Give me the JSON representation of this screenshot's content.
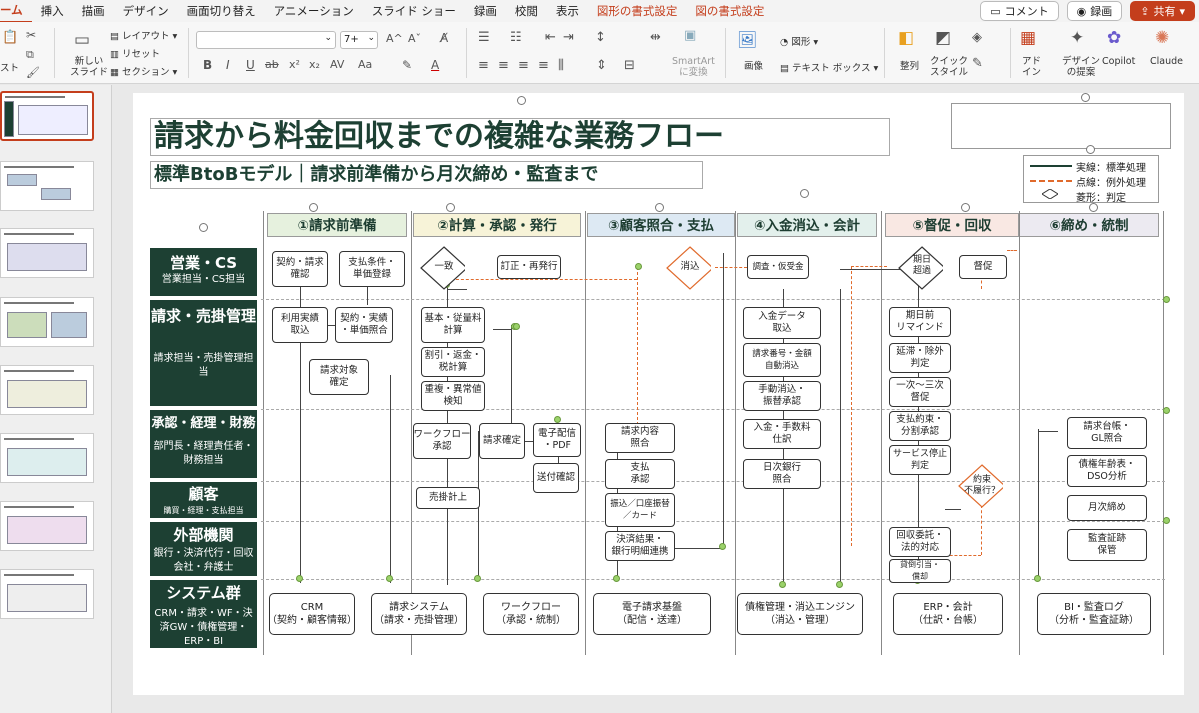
{
  "menu": {
    "items": [
      "ーム",
      "挿入",
      "描画",
      "デザイン",
      "画面切り替え",
      "アニメーション",
      "スライド ショー",
      "録画",
      "校閲",
      "表示"
    ],
    "context_tabs": [
      "図形の書式設定",
      "図の書式設定"
    ]
  },
  "topright": {
    "comment": "コメント",
    "record": "録画",
    "share": "共有"
  },
  "ribbon": {
    "paste": "スト",
    "new_slide": "新しい\nスライド",
    "layout": "レイアウト",
    "reset": "リセット",
    "section": "セクション",
    "font_size": "7+",
    "smartart": "SmartArt\nに変換",
    "image": "画像",
    "shapes": "図形",
    "textbox": "テキスト ボックス",
    "arrange": "整列",
    "quick_styles": "クイック\nスタイル",
    "addin": "アド\nイン",
    "designer": "デザイン\nの提案",
    "copilot": "Copilot",
    "claude": "Claude"
  },
  "slide": {
    "title": "請求から料金回収までの複雑な業務フロー",
    "subtitle": "標準BtoBモデル｜請求前準備から月次締め・監査まで",
    "legend": [
      "実線：標準処理",
      "点線：例外処理",
      "菱形：判定"
    ],
    "phases": [
      "①請求前準備",
      "②計算・承認・発行",
      "③顧客照合・支払",
      "④入金消込・会計",
      "⑤督促・回収",
      "⑥締め・統制"
    ],
    "lanes": [
      {
        "title": "営業・CS",
        "sub": "営業担当・CS担当"
      },
      {
        "title": "請求・売掛管理",
        "sub": "請求担当・売掛管理担当"
      },
      {
        "title": "承認・経理・財務",
        "sub": "部門長・経理責任者・財務担当"
      },
      {
        "title": "顧客",
        "sub": "購買・経理・支払担当"
      },
      {
        "title": "外部機関",
        "sub": "銀行・決済代行・回収会社・弁護士"
      },
      {
        "title": "システム群",
        "sub": "CRM・請求・WF・決済GW・債権管理・ERP・BI"
      }
    ],
    "boxes": {
      "b1": "契約・請求\n確認",
      "b2": "支払条件・\n単価登録",
      "b3": "利用実績\n取込",
      "b4": "契約・実績\n・単価照合",
      "b5": "請求対象\n確定",
      "c1": "基本・従量料\n計算",
      "c2": "割引・返金・\n税計算",
      "c3": "重複・異常値\n検知",
      "c4": "ワークフロー\n承認",
      "c5": "請求確定",
      "c6": "電子配信\n・PDF",
      "c7": "送付確認",
      "c8": "売掛計上",
      "c9": "訂正・再発行",
      "d1": "請求内容\n照合",
      "d2": "支払\n承認",
      "d3": "振込／口座振替\n／カード",
      "d4": "決済結果・\n銀行明細連携",
      "e1": "調査・仮受金",
      "e2": "入金データ\n取込",
      "e3": "請求番号・金額\n自動消込",
      "e4": "手動消込・\n振替承認",
      "e5": "入金・手数料\n仕訳",
      "e6": "日次銀行\n照合",
      "f1": "督促",
      "f2": "期日前\nリマインド",
      "f3": "延滞・除外\n判定",
      "f4": "一次〜三次\n督促",
      "f5": "支払約束・\n分割承認",
      "f6": "サービス停止\n判定",
      "f7": "回収委託・\n法的対応",
      "f8": "貸倒引当・\n償却",
      "g1": "請求台帳・\nGL照合",
      "g2": "債権年齢表・\nDSO分析",
      "g3": "月次締め",
      "g4": "監査証跡\n保管"
    },
    "diamonds": {
      "dm1": "一致",
      "dm2": "消込",
      "dm3": "期日超過",
      "dm4": "約束\n不履行？"
    },
    "systems": [
      "CRM\n（契約・顧客情報）",
      "請求システム\n（請求・売掛管理）",
      "ワークフロー\n（承認・統制）",
      "電子請求基盤\n（配信・送達）",
      "債権管理・消込エンジン\n（消込・管理）",
      "ERP・会計\n（仕訳・台帳）",
      "BI・監査ログ\n（分析・監査証跡）"
    ]
  },
  "colors": {
    "accent": "#c43e1c",
    "lane": "#1d4033",
    "phase1": "#e6f1de",
    "phase2": "#f7f3d8",
    "phase3": "#dde9f3",
    "phase4": "#e3f0ec",
    "phase5": "#f9e8e3",
    "phase6": "#eceaf1",
    "exception": "#e06a2c"
  }
}
